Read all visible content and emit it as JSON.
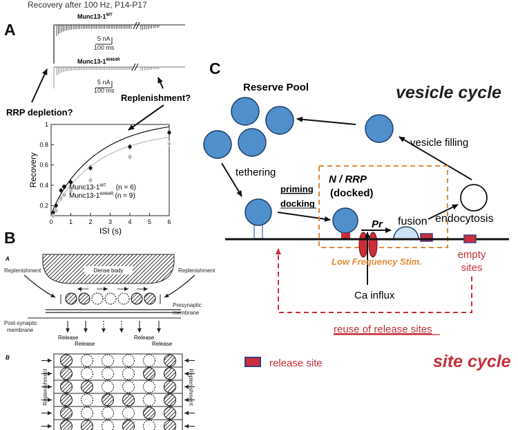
{
  "colors": {
    "vesicle_fill": "#4f8fcc",
    "vesicle_stroke": "#1f3f66",
    "release_site": "#cc2d3a",
    "release_site_stroke": "#3c3c8a",
    "red_text": "#c42f39",
    "orange_dash": "#e08a3c",
    "orange_text": "#e08a3c",
    "fusion_fill": "#cde2f4",
    "gray": "#bbbbbb",
    "black": "#111111"
  },
  "panel_a": {
    "label": "A",
    "title": "Recovery after 100 Hz, P14-P17",
    "trace_wt_label": "Munc13-1",
    "trace_wt_sup": "WT",
    "trace_mut_label": "Munc13-1",
    "trace_mut_sup": "W464R",
    "scale_na": "5 nA",
    "scale_ms": "100 ms",
    "q_depletion": "RRP depletion?",
    "q_replenishment": "Replenishment?",
    "chart_data": {
      "type": "line",
      "xlabel": "ISI (s)",
      "ylabel": "Recovery",
      "xlim": [
        0,
        6
      ],
      "ylim": [
        0.1,
        1.0
      ],
      "x_ticks": [
        "0",
        "1",
        "2",
        "3",
        "4",
        "5",
        "6"
      ],
      "y_ticks": [
        "0.2",
        "0.4",
        "0.6",
        "0.8",
        "1"
      ],
      "series": [
        {
          "name": "Munc13-1",
          "sup": "WT",
          "n": "(n = 6)",
          "color": "#111111",
          "x": [
            0.1,
            0.25,
            0.5,
            1,
            2,
            4,
            6
          ],
          "y": [
            0.13,
            0.2,
            0.35,
            0.43,
            0.57,
            0.78,
            0.92
          ]
        },
        {
          "name": "Munc13-1",
          "sup": "W464R",
          "n": "(n = 9)",
          "color": "#bbbbbb",
          "x": [
            0.1,
            0.25,
            0.5,
            1,
            2,
            4,
            6
          ],
          "y": [
            0.1,
            0.15,
            0.27,
            0.34,
            0.45,
            0.68,
            0.81
          ]
        }
      ]
    }
  },
  "panel_b": {
    "label": "B",
    "sub_a": "A",
    "sub_b": "B",
    "dense_body": "Dense body",
    "replenishment_left": "Replenishment",
    "replenishment_right": "Replenishment",
    "presynaptic": "Presynaptic membrane",
    "postsynaptic": "Post-synaptic membrane",
    "release_labels": [
      "Release",
      "Release",
      "Release",
      "Release"
    ],
    "side_left": "Replenishment",
    "side_right": "Replenishment"
  },
  "panel_c": {
    "label": "C",
    "reserve_pool": "Reserve Pool",
    "vesicle_cycle": "vesicle cycle",
    "tethering": "tethering",
    "priming": "priming",
    "docking": "docking",
    "n_rrp": "N / RRP",
    "docked": "(docked)",
    "pr": "Pr",
    "fusion": "fusion",
    "endocytosis": "endocytosis",
    "vesicle_filling": "vesicle filling",
    "ca_influx": "Ca influx",
    "low_freq": "Low Frequency Stim.",
    "empty_sites": [
      "empty",
      "sites"
    ],
    "reuse": "reuse of release sites",
    "release_site_legend": "release site",
    "site_cycle": "site cycle"
  }
}
